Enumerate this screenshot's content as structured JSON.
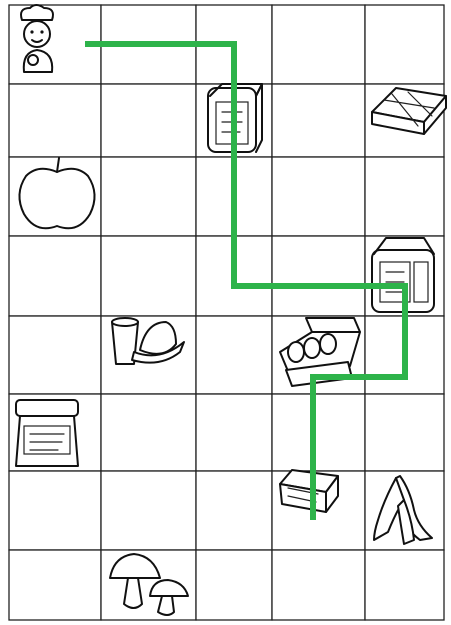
{
  "grid": {
    "rows": 8,
    "cols": 5
  },
  "path_color": "#2db34a",
  "icons": {
    "start": "chef-boy-icon",
    "items": [
      "cereal-box-icon",
      "chocolate-bar-icon",
      "apple-icon",
      "milk-carton-icon",
      "milk-glass-and-bread-icon",
      "egg-carton-icon",
      "jam-jar-icon",
      "butter-package-icon",
      "banana-icon",
      "mushrooms-icon"
    ]
  },
  "route": {
    "start_cell": [
      0,
      0
    ],
    "end_cell": [
      6,
      3
    ],
    "moves": [
      "right",
      "right",
      "down",
      "down",
      "down",
      "right",
      "right",
      "down",
      "left",
      "down",
      "down"
    ]
  }
}
